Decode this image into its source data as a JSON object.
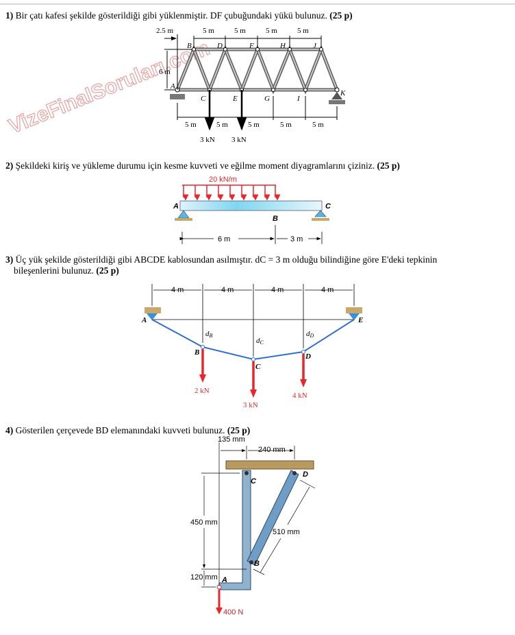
{
  "watermark": "VizeFinalSoruları.com",
  "questions": [
    {
      "num": "1)",
      "text": "Bir çatı kafesi şekilde gösterildiği gibi yüklenmiştir. DF çubuğundaki yükü bulunuz.",
      "points": "(25 p)"
    },
    {
      "num": "2)",
      "text": "Şekildeki kiriş ve yükleme durumu için kesme kuvveti ve eğilme moment diyagramlarını çiziniz.",
      "points": "(25 p)"
    },
    {
      "num": "3)",
      "text": "Üç yük şekilde gösterildiği gibi ABCDE kablosundan asılmıştır. dC = 3 m olduğu bilindiğine göre E'deki tepkinin",
      "text2": "bileşenlerini bulunuz.",
      "points": "(25 p)"
    },
    {
      "num": "4)",
      "text": "Gösterilen çerçevede BD elemanındaki kuvveti bulunuz.",
      "points": "(25 p)"
    }
  ],
  "fig1": {
    "top_dims": [
      "2.5 m",
      "5 m",
      "5 m",
      "5 m",
      "5 m"
    ],
    "height": "6 m",
    "bottom_dims": [
      "5 m",
      "5 m",
      "5 m",
      "5 m",
      "5 m"
    ],
    "top_nodes": [
      "B",
      "D",
      "F",
      "H",
      "J"
    ],
    "bottom_nodes": [
      "A",
      "C",
      "E",
      "G",
      "I",
      "K"
    ],
    "loads": [
      "3 kN",
      "3 kN"
    ]
  },
  "fig2": {
    "load": "20 kN/m",
    "A": "A",
    "B": "B",
    "C": "C",
    "dim1": "6 m",
    "dim2": "3 m"
  },
  "fig3": {
    "dims": [
      "4 m",
      "4 m",
      "4 m",
      "4 m"
    ],
    "A": "A",
    "B": "B",
    "C": "C",
    "D": "D",
    "E": "E",
    "dB": "d",
    "dBsub": "B",
    "dC": "d",
    "dCsub": "C",
    "dD": "d",
    "dDsub": "D",
    "loads": [
      "2 kN",
      "3 kN",
      "4 kN"
    ]
  },
  "fig4": {
    "d135": "135 mm",
    "d240": "240 mm",
    "d450": "450 mm",
    "d510": "510 mm",
    "d120": "120 mm",
    "A": "A",
    "B": "B",
    "C": "C",
    "D": "D",
    "force": "400 N"
  },
  "colors": {
    "red": "#e8262b",
    "blue": "#2f6fd0",
    "beam": "#bfe8f5",
    "wood": "#c9a96a",
    "frame": "#8fb3cf"
  }
}
